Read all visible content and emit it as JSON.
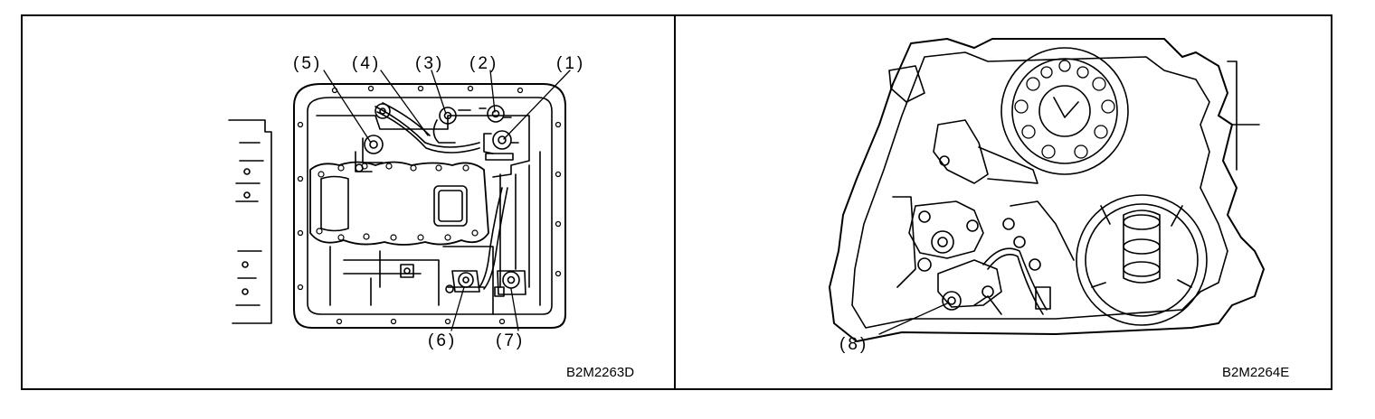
{
  "left_panel": {
    "callouts": [
      "(5)",
      "(4)",
      "(3)",
      "(2)",
      "(1)",
      "(6)",
      "(7)"
    ],
    "code": "B2M2263D"
  },
  "right_panel": {
    "callouts": [
      "(8)"
    ],
    "code": "B2M2264E"
  },
  "colors": {
    "line": "#000000",
    "background": "#ffffff"
  }
}
